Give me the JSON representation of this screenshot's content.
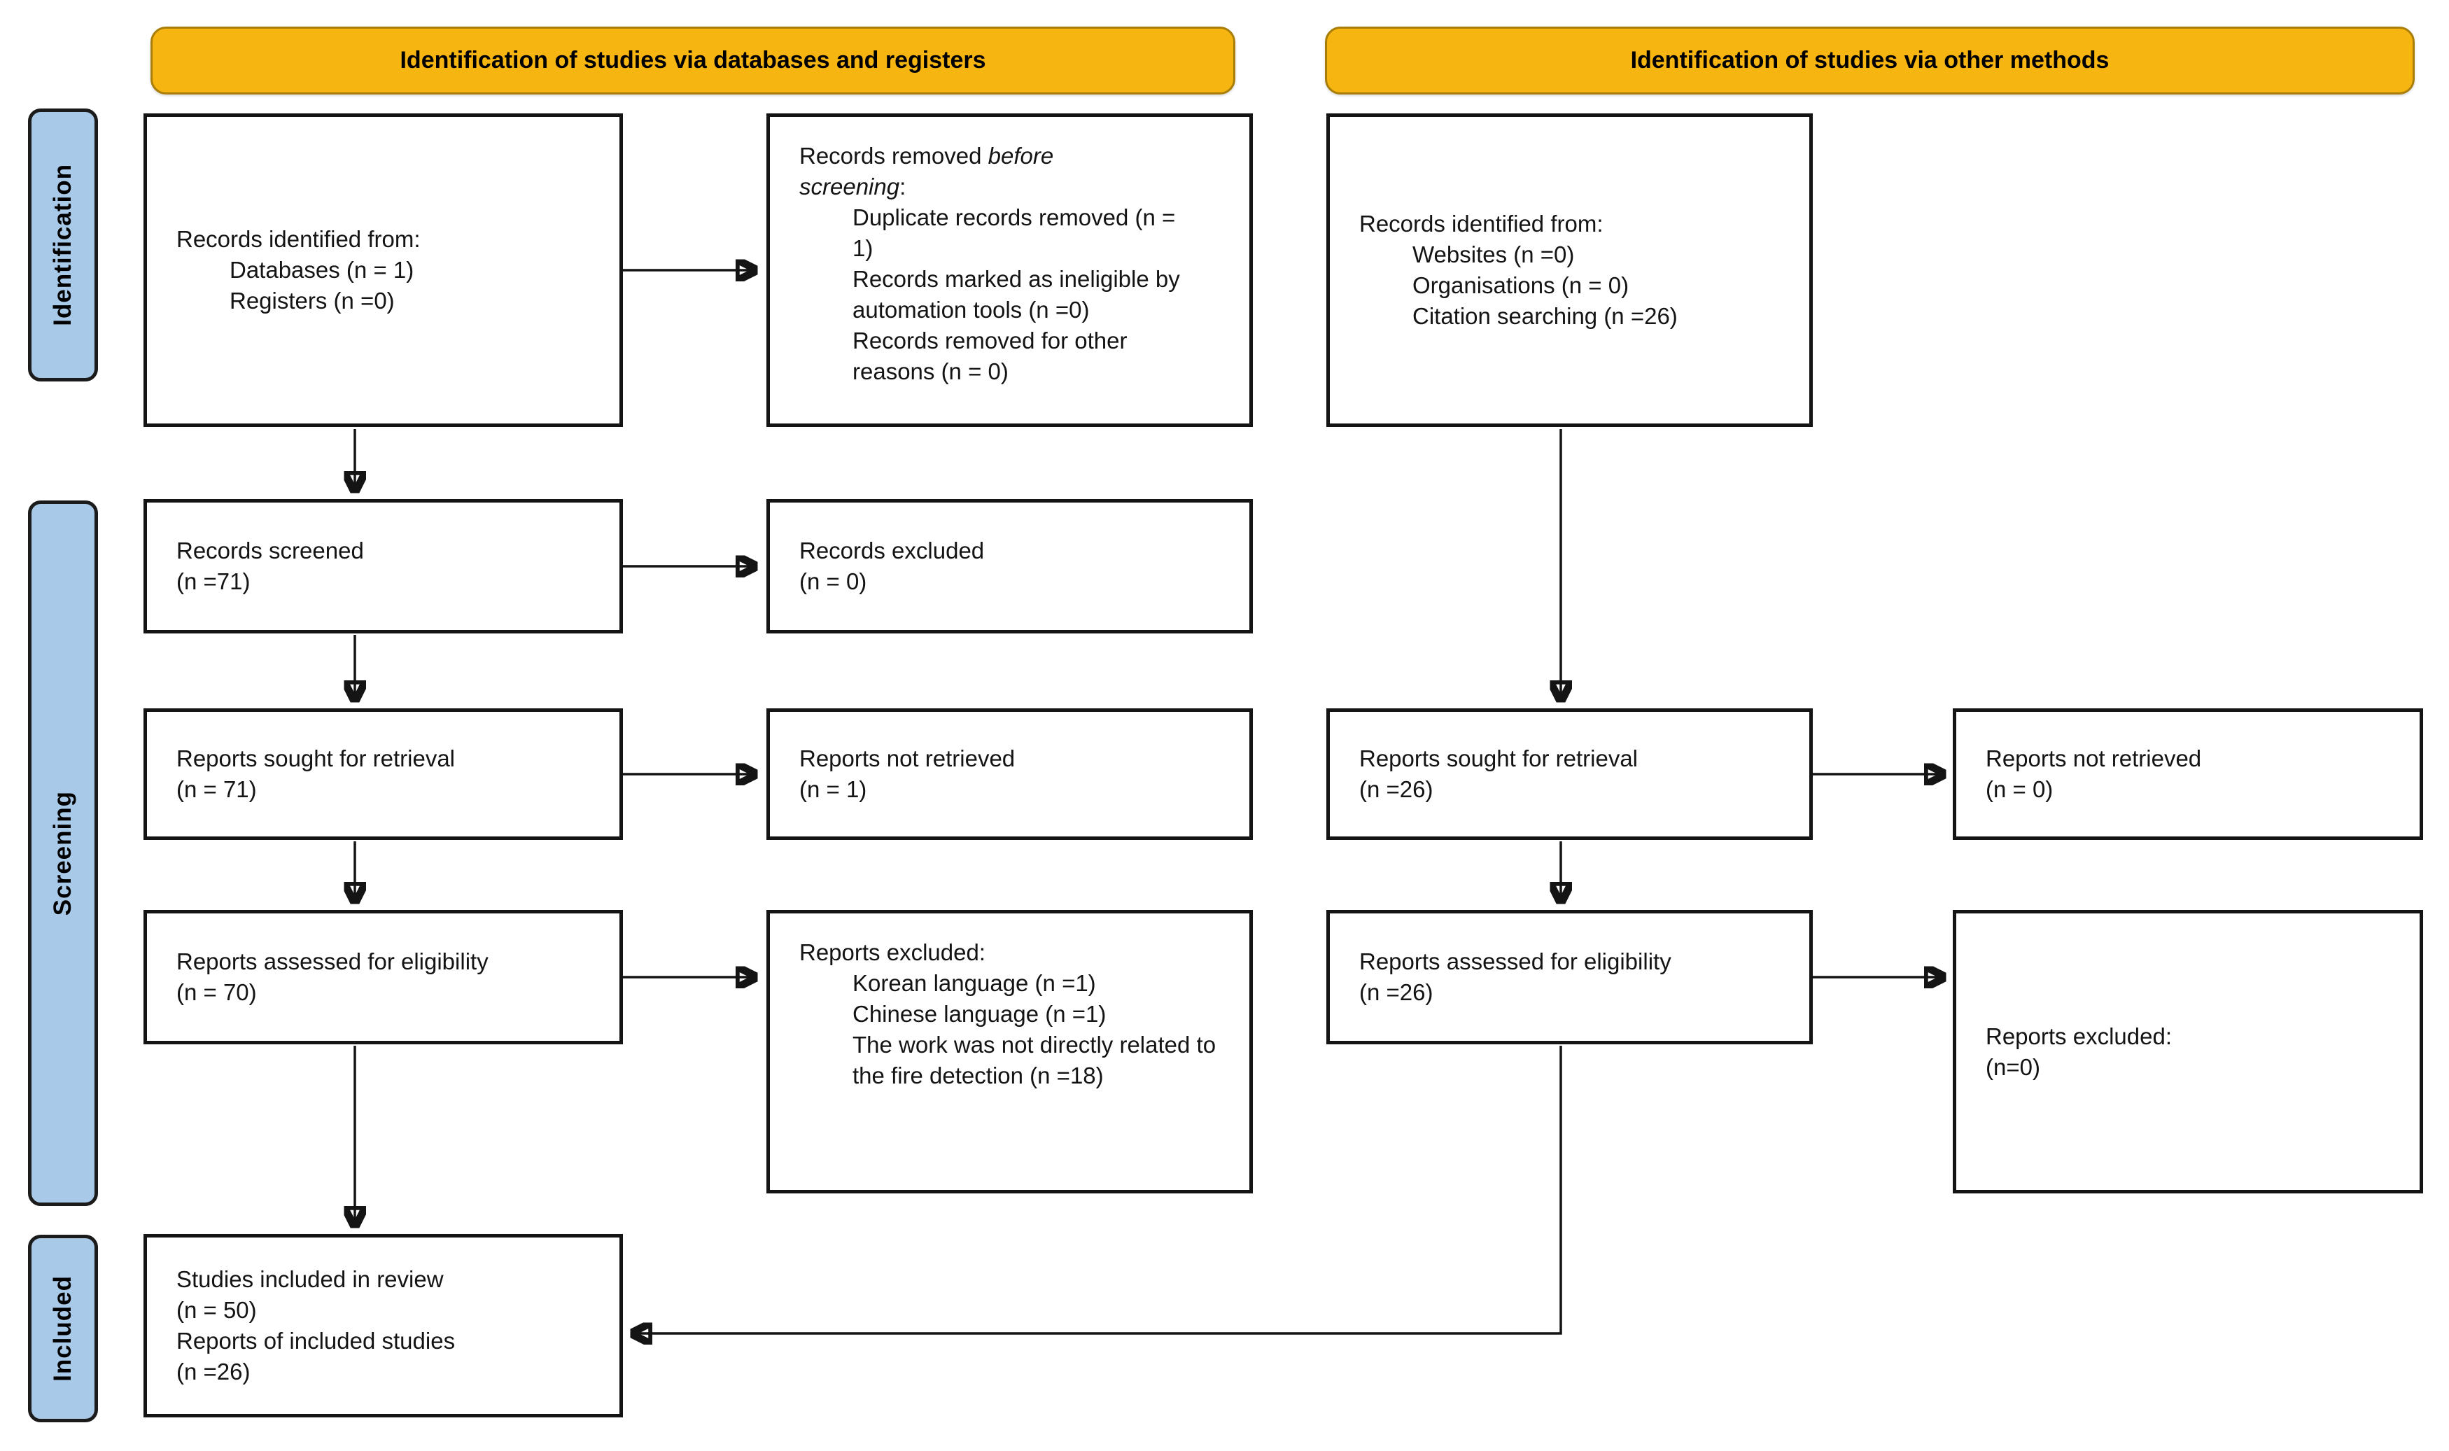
{
  "headers": {
    "databases": "Identification of studies via databases and registers",
    "other": "Identification of studies via other methods"
  },
  "stages": {
    "identification": "Identification",
    "screening": "Screening",
    "included": "Included"
  },
  "colors": {
    "header_bg": "#F7B512",
    "header_border": "#A97E08",
    "stage_bg": "#A9C9E8",
    "box_border": "#141414",
    "arrow": "#141414"
  },
  "boxes": {
    "records_identified_db": {
      "title": "Records identified from:",
      "items": [
        "Databases (n = 1)",
        "Registers (n =0)"
      ]
    },
    "records_removed": {
      "title_prefix": "Records removed ",
      "title_italic_1": "before",
      "title_italic_2": "screening",
      "title_suffix": ":",
      "items": [
        "Duplicate records removed (n = 1)",
        "Records marked as ineligible by automation tools (n =0)",
        "Records removed for other reasons (n = 0)"
      ]
    },
    "records_screened": {
      "lines": [
        "Records screened",
        "(n =71)"
      ]
    },
    "records_excluded": {
      "lines": [
        "Records excluded",
        "(n = 0)"
      ]
    },
    "reports_sought_db": {
      "lines": [
        "Reports sought for retrieval",
        "(n = 71)"
      ]
    },
    "reports_not_retrieved_db": {
      "lines": [
        "Reports not retrieved",
        "(n = 1)"
      ]
    },
    "reports_assessed_db": {
      "lines": [
        "Reports assessed for eligibility",
        "(n = 70)"
      ]
    },
    "reports_excluded_db": {
      "title": "Reports excluded:",
      "items": [
        "Korean language (n =1)",
        "Chinese language (n =1)",
        "The work was not directly related to the fire detection (n =18)"
      ]
    },
    "studies_included": {
      "lines": [
        "Studies included in review",
        "(n = 50)",
        "Reports of included studies",
        "(n =26)"
      ]
    },
    "records_identified_other": {
      "title": "Records identified from:",
      "items": [
        "Websites (n =0)",
        "Organisations (n = 0)",
        "Citation searching (n =26)"
      ]
    },
    "reports_sought_other": {
      "lines": [
        "Reports sought for retrieval",
        "(n =26)"
      ]
    },
    "reports_not_retrieved_other": {
      "lines": [
        "Reports not retrieved",
        "(n = 0)"
      ]
    },
    "reports_assessed_other": {
      "lines": [
        "Reports assessed for eligibility",
        "(n =26)"
      ]
    },
    "reports_excluded_other": {
      "lines": [
        "Reports excluded:",
        "(n=0)"
      ]
    }
  }
}
